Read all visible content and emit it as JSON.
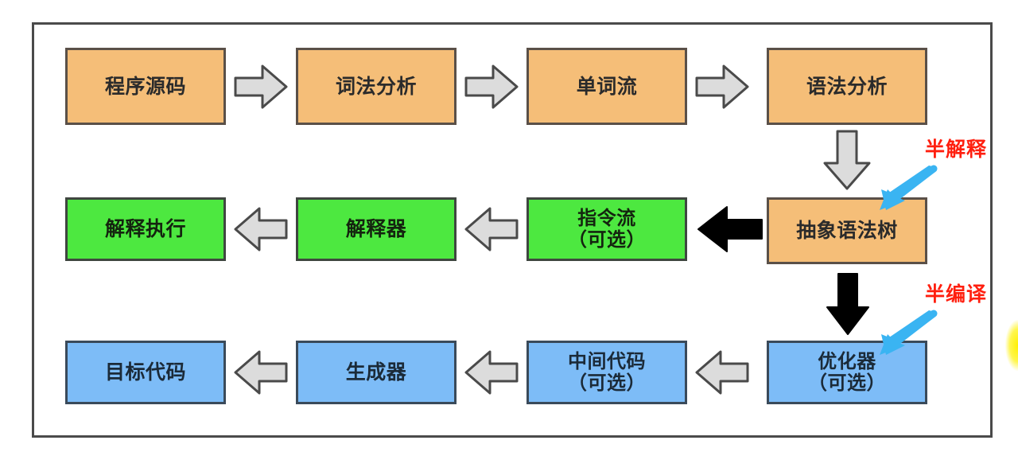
{
  "diagram": {
    "title_present": false,
    "colors": {
      "orange_fill": "#F5BE78",
      "orange_border": "#5A5048",
      "green_fill": "#4DE840",
      "green_border": "#3F4640",
      "blue_fill": "#7DBCF7",
      "blue_border": "#3A4A5A",
      "gray_arrow_fill": "#DCDCDC",
      "gray_arrow_border": "#4A4A4A",
      "black_arrow": "#000000",
      "cyan_arrow": "#3AB4F2",
      "annotation_red": "#FF1F0F",
      "frame_border": "#4A4A4A",
      "page_background": "#FFFFFF"
    },
    "rows": [
      {
        "id": "row-lexical-syntax",
        "color": "orange",
        "nodes": [
          {
            "id": "source-code",
            "line1": "程序源码",
            "line2": ""
          },
          {
            "id": "lexical-analysis",
            "line1": "词法分析",
            "line2": ""
          },
          {
            "id": "token-stream",
            "line1": "单词流",
            "line2": ""
          },
          {
            "id": "syntax-analysis",
            "line1": "语法分析",
            "line2": ""
          }
        ]
      },
      {
        "id": "row-interpret",
        "color": "green",
        "nodes": [
          {
            "id": "interpret-execute",
            "line1": "解释执行",
            "line2": ""
          },
          {
            "id": "interpreter",
            "line1": "解释器",
            "line2": ""
          },
          {
            "id": "instruction-stream",
            "line1": "指令流",
            "line2": "（可选）"
          },
          {
            "id": "abstract-syntax-tree",
            "line1": "抽象语法树",
            "line2": ""
          }
        ]
      },
      {
        "id": "row-compile",
        "color": "blue",
        "nodes": [
          {
            "id": "target-code",
            "line1": "目标代码",
            "line2": ""
          },
          {
            "id": "generator",
            "line1": "生成器",
            "line2": ""
          },
          {
            "id": "intermediate-code",
            "line1": "中间代码",
            "line2": "（可选）"
          },
          {
            "id": "optimizer",
            "line1": "优化器",
            "line2": "（可选）"
          }
        ]
      }
    ],
    "annotations": [
      {
        "id": "semi-interpret",
        "text": "半解释",
        "points_to": "abstract-syntax-tree"
      },
      {
        "id": "semi-compile",
        "text": "半编译",
        "points_to": "optimizer"
      }
    ],
    "arrows": [
      {
        "id": "arrow-source-to-lexical",
        "direction": "right",
        "style": "gray-block"
      },
      {
        "id": "arrow-lexical-to-token",
        "direction": "right",
        "style": "gray-block"
      },
      {
        "id": "arrow-token-to-syntax",
        "direction": "right",
        "style": "gray-block"
      },
      {
        "id": "arrow-syntax-to-ast",
        "direction": "down",
        "style": "gray-block"
      },
      {
        "id": "arrow-ast-to-instruction",
        "direction": "left",
        "style": "solid-black"
      },
      {
        "id": "arrow-instruction-to-interpreter",
        "direction": "left",
        "style": "gray-block"
      },
      {
        "id": "arrow-interpreter-to-execute",
        "direction": "left",
        "style": "gray-block"
      },
      {
        "id": "arrow-ast-to-optimizer",
        "direction": "down",
        "style": "solid-black"
      },
      {
        "id": "arrow-optimizer-to-intermediate",
        "direction": "left",
        "style": "gray-block"
      },
      {
        "id": "arrow-intermediate-to-generator",
        "direction": "left",
        "style": "gray-block"
      },
      {
        "id": "arrow-generator-to-target",
        "direction": "left",
        "style": "gray-block"
      }
    ]
  }
}
